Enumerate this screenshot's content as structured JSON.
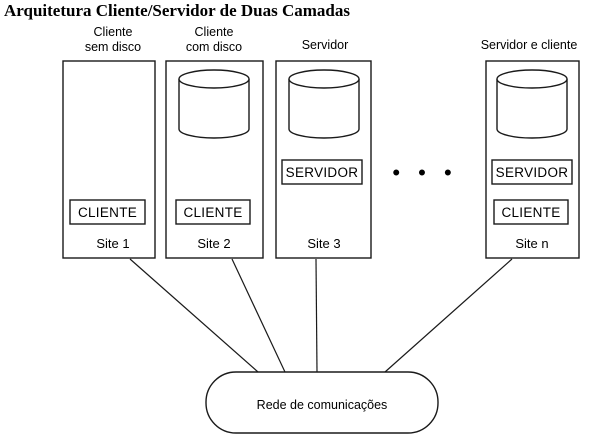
{
  "title": "Arquitetura Cliente/Servidor de Duas Camadas",
  "sites": {
    "site1": {
      "top_label_1": "Cliente",
      "top_label_2": "sem disco",
      "box": "CLIENTE",
      "name": "Site 1"
    },
    "site2": {
      "top_label_1": "Cliente",
      "top_label_2": "com disco",
      "box": "CLIENTE",
      "name": "Site 2"
    },
    "site3": {
      "top_label_1": "Servidor",
      "box": "SERVIDOR",
      "name": "Site 3"
    },
    "siten": {
      "top_label_1": "Servidor e cliente",
      "box_server": "SERVIDOR",
      "box_client": "CLIENTE",
      "name": "Site n"
    }
  },
  "ellipsis": "• • •",
  "network": {
    "label": "Rede de comunicações"
  }
}
